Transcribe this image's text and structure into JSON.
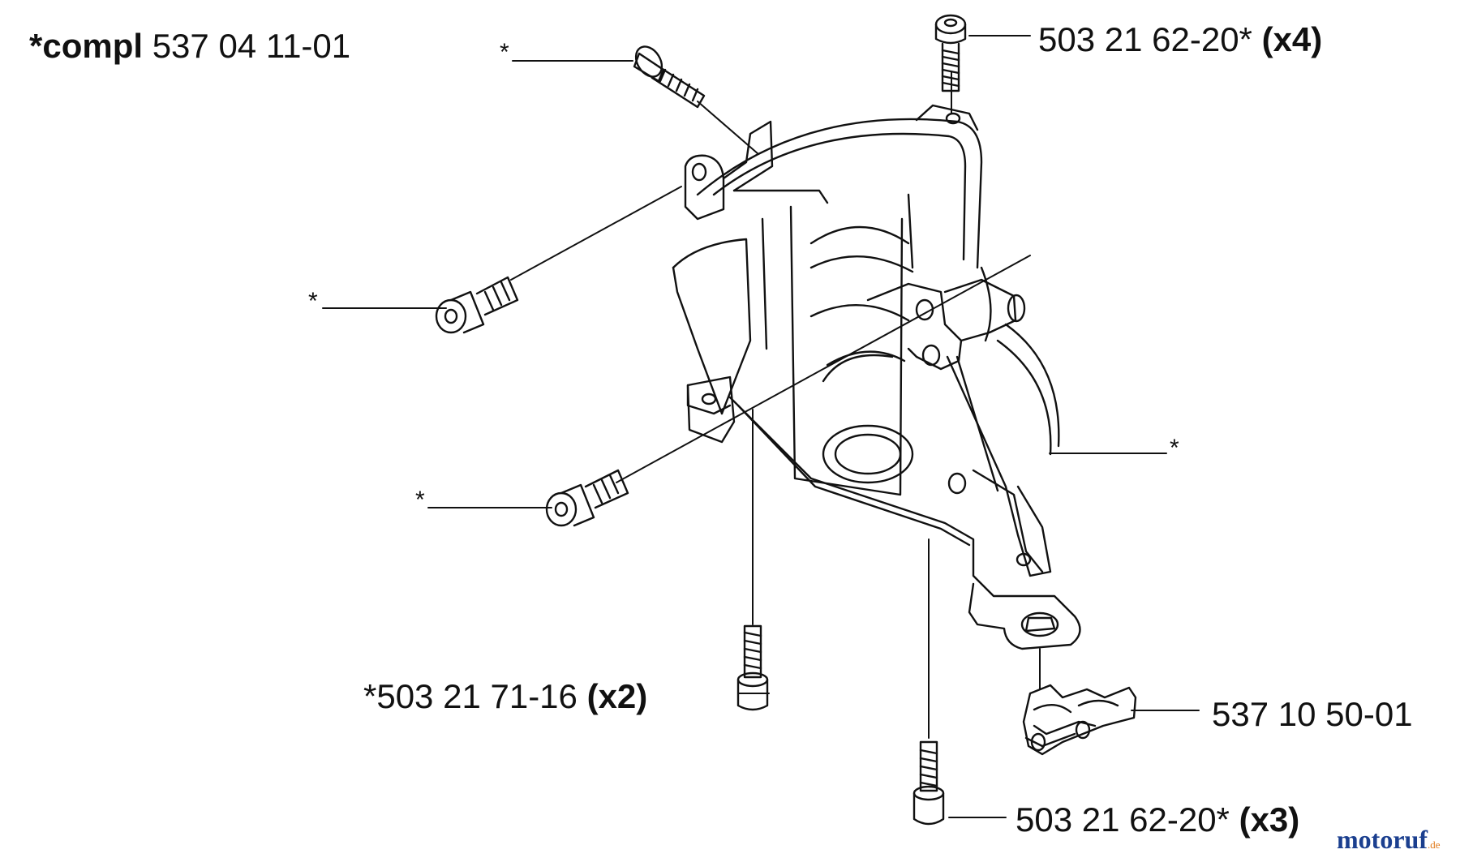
{
  "title": {
    "prefix": "*compl",
    "number": "537 04 11-01"
  },
  "callouts": {
    "top_screw": {
      "number": "503 21 62-20*",
      "qty": "(x4)"
    },
    "bottom_left_screw": {
      "number": "*503 21 71-16",
      "qty": "(x2)"
    },
    "bottom_screw": {
      "number": "503 21 62-20*",
      "qty": "(x3)"
    },
    "clip": {
      "number": "537 10 50-01"
    },
    "star_label": "*"
  },
  "watermark": {
    "name": "motoruf",
    "tld": ".de"
  },
  "colors": {
    "ink": "#111111",
    "watermark_blue": "#1b3f8f",
    "watermark_orange": "#e07a1a"
  }
}
